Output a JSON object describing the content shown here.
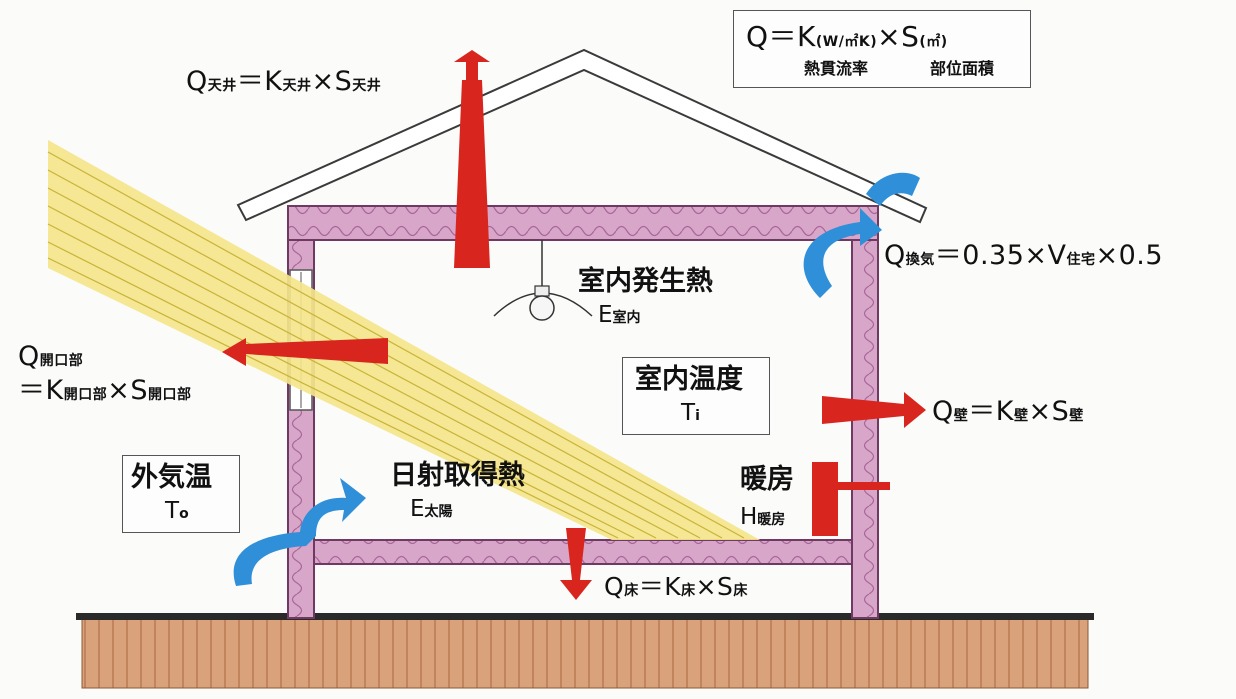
{
  "formula_box": {
    "main": "Q＝K",
    "k_unit": "(W/㎡K)",
    "times_s": "×S",
    "s_unit": "(㎡)",
    "k_caption": "熱貫流率",
    "s_caption": "部位面積"
  },
  "ceiling": {
    "q": "Q",
    "sub1": "天井",
    "eq": "＝K",
    "sub2": "天井",
    "times": "×S",
    "sub3": "天井"
  },
  "ventilation": {
    "q": "Q",
    "sub1": "換気",
    "eq": "＝0.35×V",
    "sub2": "住宅",
    "tail": "×0.5"
  },
  "opening": {
    "q": "Q",
    "sub1": "開口部",
    "eq": "＝K",
    "sub2": "開口部",
    "times": "×S",
    "sub3": "開口部"
  },
  "wall": {
    "q": "Q",
    "sub1": "壁",
    "eq": "＝K",
    "sub2": "壁",
    "times": "×S",
    "sub3": "壁"
  },
  "floor": {
    "q": "Q",
    "sub1": "床",
    "eq": "＝K",
    "sub2": "床",
    "times": "×S",
    "sub3": "床"
  },
  "internal_heat": {
    "title": "室内発生熱",
    "sym": "E",
    "sub": "室内"
  },
  "indoor_temp": {
    "title": "室内温度",
    "sym": "T",
    "sub": "i"
  },
  "outdoor_temp": {
    "title": "外気温",
    "sym": "T",
    "sub": "o"
  },
  "solar_gain": {
    "title": "日射取得熱",
    "sym": "E",
    "sub": "太陽"
  },
  "heating": {
    "title": "暖房",
    "sym": "H",
    "sub": "暖房"
  },
  "colors": {
    "insulation": "#d8a6c8",
    "insulation_line": "#8a4a78",
    "heat_arrow": "#d8261f",
    "air_arrow": "#2f8fd8",
    "solar": "#f4e58a",
    "ground": "#d9a27a",
    "heater": "#d8261f"
  }
}
